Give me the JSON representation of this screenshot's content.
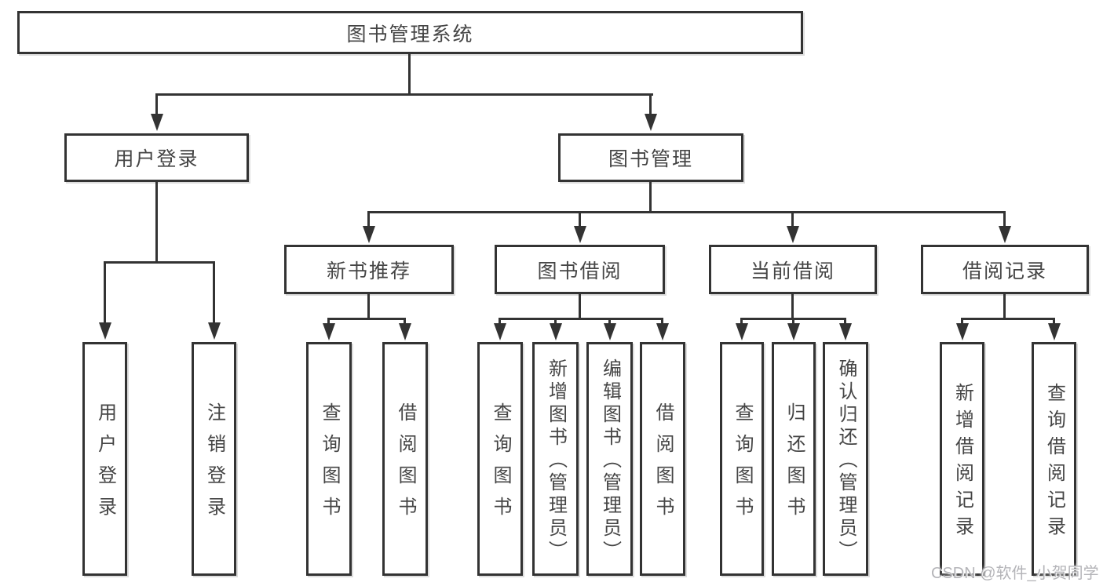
{
  "tree": {
    "root": {
      "label": "图书管理系统"
    },
    "branches": [
      {
        "label": "用户登录",
        "leaves": [
          {
            "label": "用户登录"
          },
          {
            "label": "注销登录"
          }
        ]
      },
      {
        "label": "图书管理",
        "groups": [
          {
            "label": "新书推荐",
            "leaves": [
              {
                "label": "查询图书"
              },
              {
                "label": "借阅图书"
              }
            ]
          },
          {
            "label": "图书借阅",
            "leaves": [
              {
                "label": "查询图书"
              },
              {
                "label": "新增图书（管理员）"
              },
              {
                "label": "编辑图书（管理员）"
              },
              {
                "label": "借阅图书"
              }
            ]
          },
          {
            "label": "当前借阅",
            "leaves": [
              {
                "label": "查询图书"
              },
              {
                "label": "归还图书"
              },
              {
                "label": "确认归还（管理员）"
              }
            ]
          },
          {
            "label": "借阅记录",
            "leaves": [
              {
                "label": "新增借阅记录"
              },
              {
                "label": "查询借阅记录"
              }
            ]
          }
        ]
      }
    ]
  },
  "watermark": {
    "text": "CSDN @软件_小贺同学"
  },
  "colors": {
    "line": "#333333",
    "box_border": "#333333",
    "text": "#454545",
    "watermark": "#b4b4b8",
    "background": "#ffffff"
  }
}
